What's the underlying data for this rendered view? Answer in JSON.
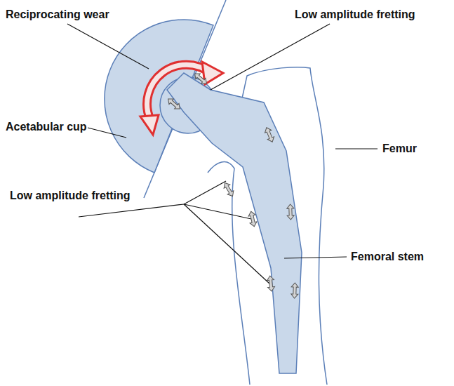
{
  "diagram": {
    "labels": [
      "Reciprocating wear",
      "Low amplitude fretting",
      "Acetabular cup",
      "Femur",
      "Low amplitude fretting",
      "Femoral stem"
    ]
  }
}
